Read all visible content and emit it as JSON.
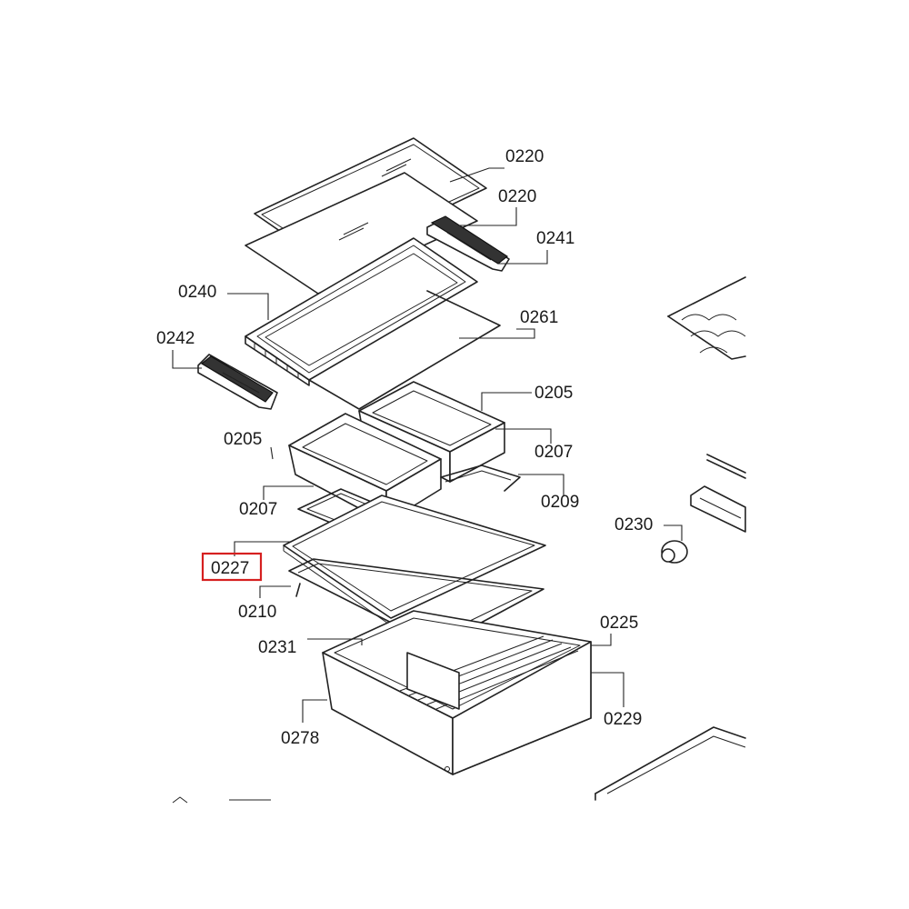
{
  "diagram": {
    "highlight_color": "#d62020",
    "highlighted_part": "0227",
    "labels": [
      {
        "id": "l0220a",
        "text": "0220"
      },
      {
        "id": "l0220b",
        "text": "0220"
      },
      {
        "id": "l0241",
        "text": "0241"
      },
      {
        "id": "l0240",
        "text": "0240"
      },
      {
        "id": "l0261",
        "text": "0261"
      },
      {
        "id": "l0242",
        "text": "0242"
      },
      {
        "id": "l0205a",
        "text": "0205"
      },
      {
        "id": "l0205b",
        "text": "0205"
      },
      {
        "id": "l0207a",
        "text": "0207"
      },
      {
        "id": "l0207b",
        "text": "0207"
      },
      {
        "id": "l0209",
        "text": "0209"
      },
      {
        "id": "l0230",
        "text": "0230"
      },
      {
        "id": "l0227",
        "text": "0227"
      },
      {
        "id": "l0210",
        "text": "0210"
      },
      {
        "id": "l0225",
        "text": "0225"
      },
      {
        "id": "l0231",
        "text": "0231"
      },
      {
        "id": "l0229",
        "text": "0229"
      },
      {
        "id": "l0278",
        "text": "0278"
      }
    ]
  }
}
